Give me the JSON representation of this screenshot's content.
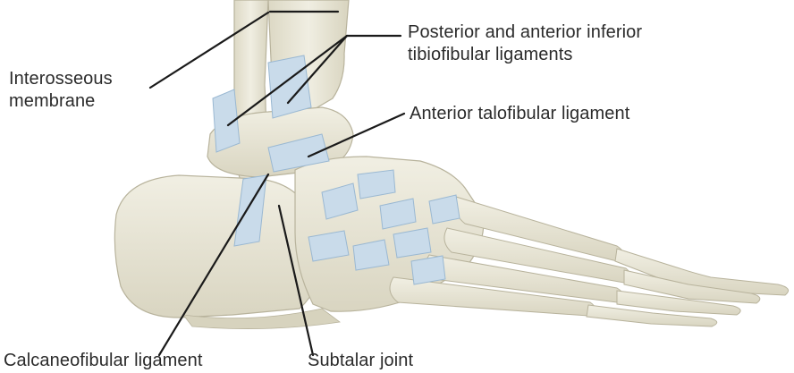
{
  "labels": {
    "interosseous_membrane": [
      "Interosseous",
      "membrane"
    ],
    "tibiofibular_ligaments": [
      "Posterior and anterior inferior",
      "tibiofibular ligaments"
    ],
    "anterior_talofibular": "Anterior talofibular ligament",
    "calcaneofibular": "Calcaneofibular ligament",
    "subtalar_joint": "Subtalar joint"
  },
  "colors": {
    "bone_fill": "#e9e6d6",
    "bone_shadow": "#d6d2bd",
    "bone_outline": "#b8b39c",
    "ligament": "#c9dbea",
    "ligament_stroke": "#9ab8d2",
    "leader_line": "#1a1a1a",
    "text": "#2b2b2b"
  }
}
